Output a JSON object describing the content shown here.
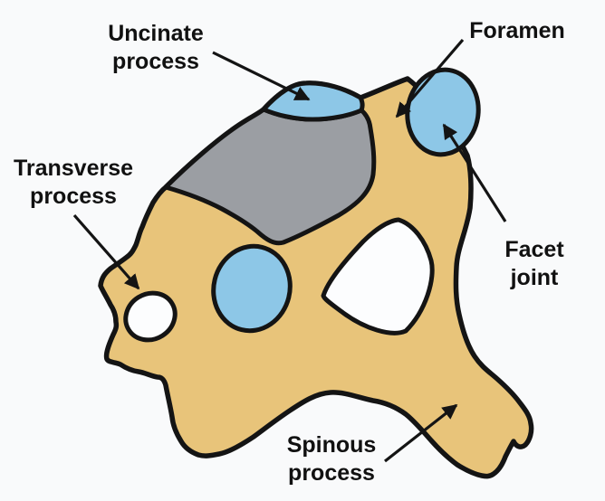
{
  "colors": {
    "bg": "#f9fafb",
    "bone": "#e8c47a",
    "cartilage": "#8dc7e7",
    "disc": "#9b9ea3",
    "hole": "#fcfdfe",
    "outline": "#141414",
    "text": "#111111"
  },
  "labels": {
    "uncinate": {
      "lines": [
        "Uncinate",
        "process"
      ]
    },
    "foramen": {
      "lines": [
        "Foramen"
      ]
    },
    "transverse": {
      "lines": [
        "Transverse",
        "process"
      ]
    },
    "facet": {
      "lines": [
        "Facet",
        "joint"
      ]
    },
    "spinous": {
      "lines": [
        "Spinous",
        "process"
      ]
    }
  }
}
